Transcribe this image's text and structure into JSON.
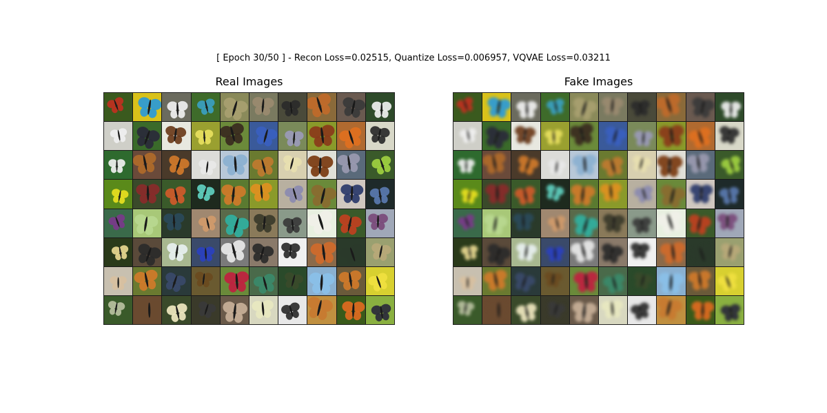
{
  "figure": {
    "suptitle": "[ Epoch 30/50 ] - Recon Loss=0.02515, Quantize Loss=0.006957, VQVAE Loss=0.03211"
  },
  "panels": {
    "real": {
      "title": "Real Images",
      "rows": 8,
      "cols": 10
    },
    "fake": {
      "title": "Fake Images",
      "rows": 8,
      "cols": 10
    }
  },
  "palette": {
    "background": "#ffffff",
    "grid_line": "#1a1a1a",
    "tiles_bg": [
      "#3a5a1e",
      "#d9c21a",
      "#6b6b5e",
      "#3e6b2a",
      "#8a8a5a",
      "#7a7a60",
      "#4a4a3a",
      "#8a6a3a",
      "#6a5a50",
      "#2e4a2a",
      "#cfcfc8",
      "#3a6a2a",
      "#e8e8e0",
      "#9aa030",
      "#6b8a3a",
      "#3a5a9a",
      "#7a8a5a",
      "#8a9a2a",
      "#b06a30",
      "#d8d8c8",
      "#2e6a2e",
      "#6a4a3a",
      "#4a3a2a",
      "#dcdcd8",
      "#b8c8d8",
      "#6a7a30",
      "#d8d0b0",
      "#e0e0d8",
      "#5a6a7a",
      "#3a5a2a",
      "#5a8a1a",
      "#3a4a2a",
      "#3a5a2a",
      "#1e2a1e",
      "#5a7a30",
      "#8a9a2a",
      "#b8b0a0",
      "#6a8a3a",
      "#d0c8c0",
      "#1e2a2a",
      "#3a6a4a",
      "#a8c878",
      "#2a3a2a",
      "#a08870",
      "#5a6a4a",
      "#8a7a5a",
      "#8a9a8a",
      "#e8f0e0",
      "#3a5a2a",
      "#a0a8b8",
      "#2a3a1a",
      "#5a4a3a",
      "#a8b890",
      "#3a4a6a",
      "#7a7a7a",
      "#8a7a6a",
      "#f0f0f0",
      "#8a6a4a",
      "#2a3a2a",
      "#9aa070",
      "#c8c0b0",
      "#6a7a30",
      "#2a3a3a",
      "#6a5a30",
      "#6a8a3a",
      "#4a6a4a",
      "#2a4a2a",
      "#8ab0d0",
      "#6a5a3a",
      "#d8d030",
      "#3a5a2a",
      "#6a4a30",
      "#3a4a2a",
      "#3a3a2a",
      "#6a5a4a",
      "#d8d8c0",
      "#e8e8e8",
      "#c09040",
      "#3a5a1a",
      "#8ab040"
    ],
    "wing_colors": [
      "#c03020",
      "#2a9ad8",
      "#f0f0f0",
      "#3aa0c0",
      "#a8a070",
      "#9a8a70",
      "#2a2a2a",
      "#c06a2a",
      "#3a3a3a",
      "#f0f0f0",
      "#f0f0f0",
      "#2a2a3a",
      "#6a3a1a",
      "#e8e060",
      "#3a2a20",
      "#3a60c0",
      "#9a9ab8",
      "#8a3a1a",
      "#e07020",
      "#2a2a2a",
      "#f0f0f0",
      "#b06a2a",
      "#d07a2a",
      "#e8e8e8",
      "#8ab0d0",
      "#c07a30",
      "#e8e0b0",
      "#7a3a10",
      "#9a9ab0",
      "#a0d040",
      "#e8e020",
      "#8a2a2a",
      "#d05a2a",
      "#60d0c0",
      "#d07a2a",
      "#e09020",
      "#8a8ab0",
      "#8a6a30",
      "#2a3a6a",
      "#5a7ab0",
      "#7a3a8a",
      "#b8d890",
      "#2a4a5a",
      "#d09a6a",
      "#30b0a0",
      "#3a3a2a",
      "#3a3a3a",
      "#f0f0e8",
      "#c04020",
      "#7a4a7a",
      "#e8d890",
      "#2a2a2a",
      "#e8f0f0",
      "#2a40c0",
      "#e8e8e8",
      "#2a2a2a",
      "#2a2a2a",
      "#d06a2a",
      "#2a3a2a",
      "#b8a878",
      "#d8c0a0",
      "#d07a2a",
      "#3a4a6a",
      "#6a4a20",
      "#c02040",
      "#3a8a6a",
      "#3a4a2a",
      "#8ac0e8",
      "#d07a2a",
      "#f0e040",
      "#b8c0a0",
      "#6a4a30",
      "#f0e8c0",
      "#3a3a3a",
      "#c8b098",
      "#e8e8c0",
      "#2a2a2a",
      "#c87a30",
      "#e06a20",
      "#2a2a3a"
    ]
  }
}
